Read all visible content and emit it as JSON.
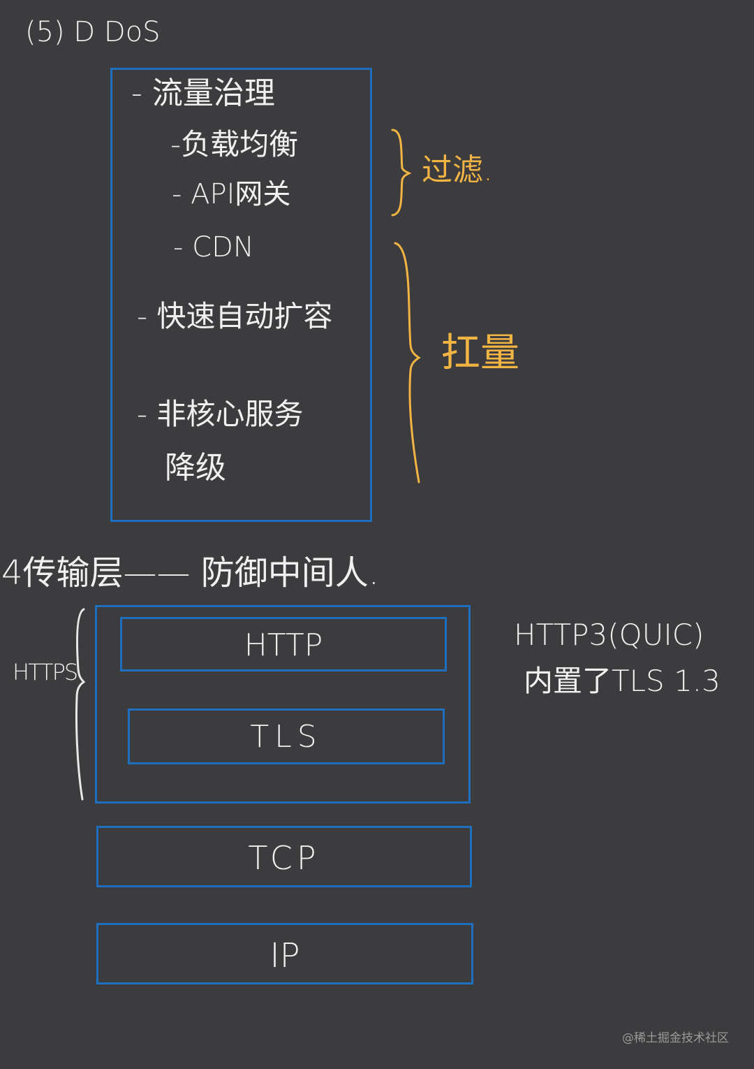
{
  "section_title": "(5) D DoS",
  "ddos_box": {
    "items": [
      "- 流量治理",
      "-负载均衡",
      "- API网关",
      "- CDN",
      "- 快速自动扩容",
      "- 非核心服务",
      "降级"
    ]
  },
  "annotations": {
    "filter": "过滤.",
    "absorb": "扛量"
  },
  "transport_heading": "4传输层—— 防御中间人.",
  "https_label": "HTTPS",
  "layers": {
    "http": "HTTP",
    "tls": "TLS",
    "tcp": "TCP",
    "ip": "IP"
  },
  "http3_note": {
    "line1": "HTTP3(QUIC)",
    "line2": "内置了TLS 1.3"
  },
  "watermark": "@稀土掘金技术社区",
  "colors": {
    "background": "#3c3c3e",
    "box_border": "#1f6fbf",
    "annotation": "#f2b442",
    "text": "#f0f0f0"
  }
}
